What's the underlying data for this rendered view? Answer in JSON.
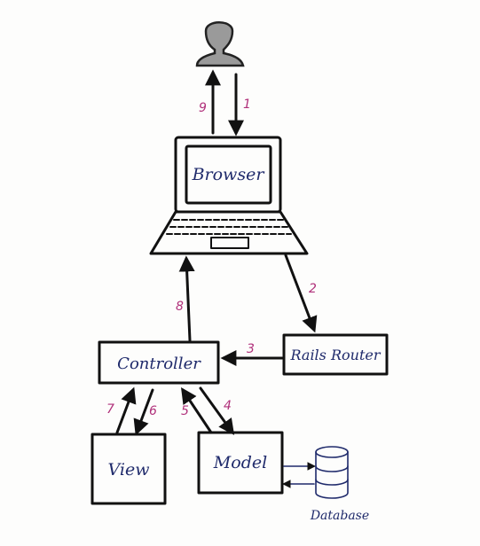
{
  "nodes": {
    "browser": "Browser",
    "router": "Rails Router",
    "controller": "Controller",
    "view": "View",
    "model": "Model",
    "database": "Database"
  },
  "steps": {
    "s1": "1",
    "s2": "2",
    "s3": "3",
    "s4": "4",
    "s5": "5",
    "s6": "6",
    "s7": "7",
    "s8": "8",
    "s9": "9"
  },
  "icons": {
    "user": "user-icon",
    "laptop": "laptop-icon",
    "database": "database-icon"
  },
  "colors": {
    "ink": "#111111",
    "label": "#1f2a6b",
    "step": "#b0307a",
    "user_fill": "#9a9a9a"
  }
}
